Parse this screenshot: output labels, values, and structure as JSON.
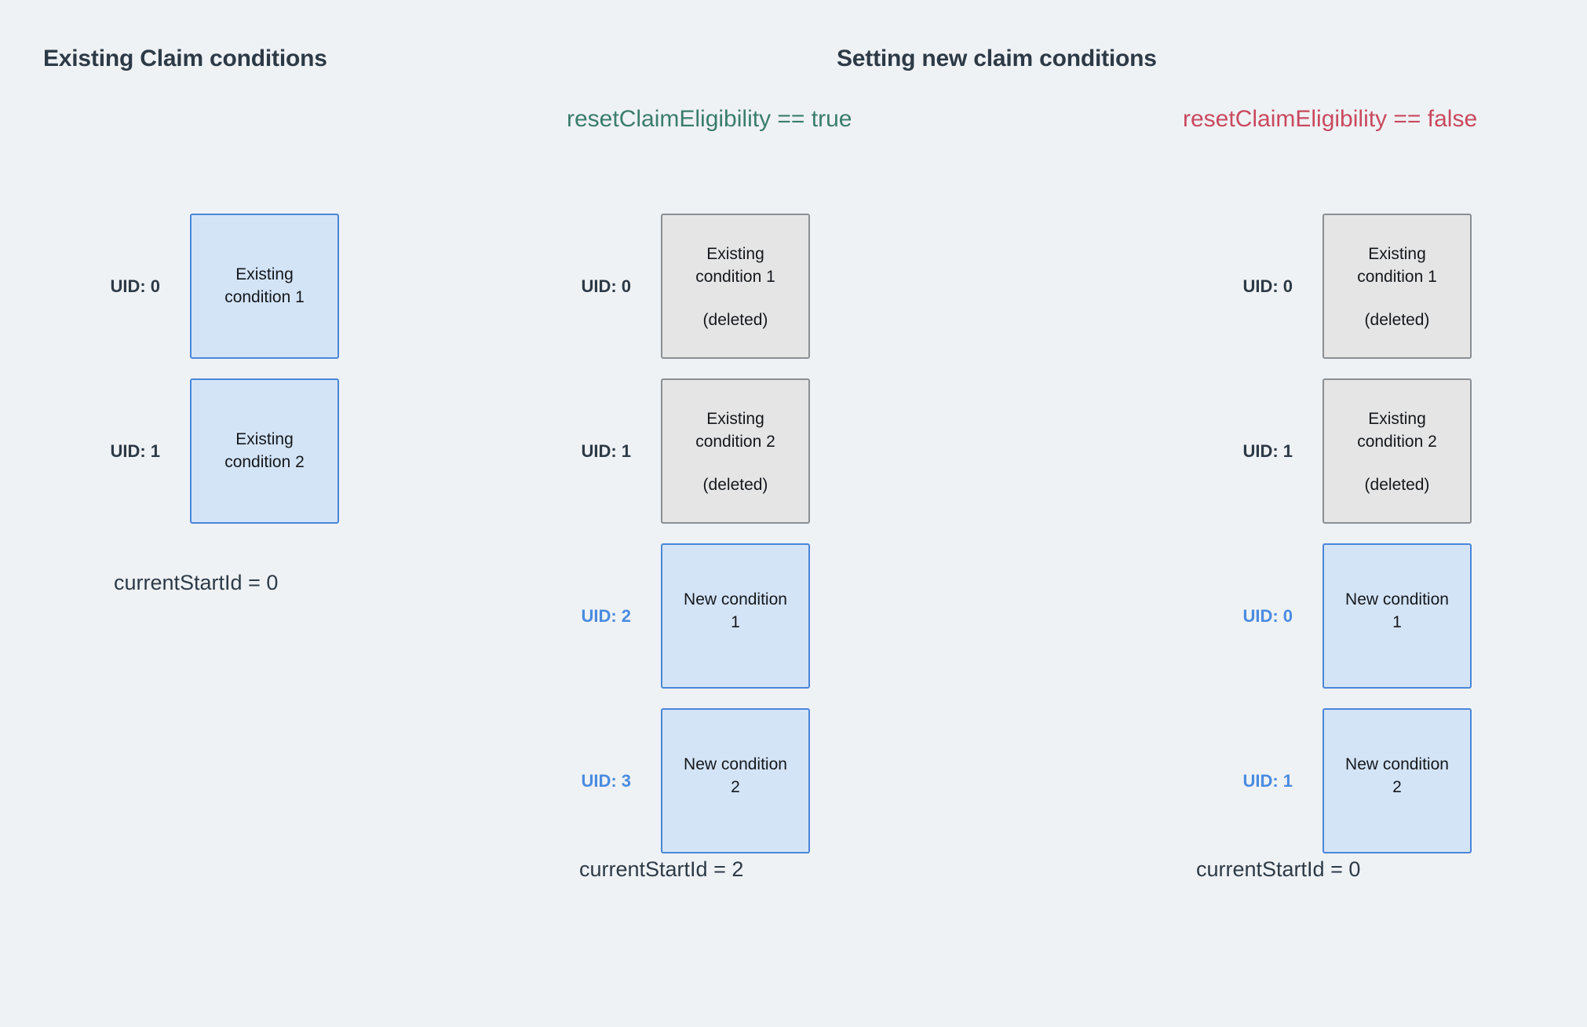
{
  "headings": {
    "left": "Existing Claim conditions",
    "right": "Setting new claim conditions"
  },
  "conditions": {
    "reset_true": "resetClaimEligibility == true",
    "reset_false": "resetClaimEligibility == false",
    "reset_true_color": "#3a7d6c",
    "reset_false_color": "#c9495f"
  },
  "colors": {
    "background": "#eff2f5",
    "text": "#2d3a46",
    "box_blue_fill": "#d4e4f7",
    "box_blue_border": "#4a86d8",
    "box_grey_fill": "#e5e5e5",
    "box_grey_border": "#8a8f94",
    "uid_new_color": "#4a8be0"
  },
  "columns": {
    "existing": {
      "rows": [
        {
          "uid": "UID: 0",
          "uid_style": "existing",
          "title": "Existing\ncondition 1",
          "note": "",
          "box_style": "existing"
        },
        {
          "uid": "UID: 1",
          "uid_style": "existing",
          "title": "Existing\ncondition 2",
          "note": "",
          "box_style": "existing"
        }
      ],
      "footer": "currentStartId = 0"
    },
    "reset_true": {
      "rows": [
        {
          "uid": "UID: 0",
          "uid_style": "existing",
          "title": "Existing\ncondition 1",
          "note": "(deleted)",
          "box_style": "deleted"
        },
        {
          "uid": "UID: 1",
          "uid_style": "existing",
          "title": "Existing\ncondition 2",
          "note": "(deleted)",
          "box_style": "deleted"
        },
        {
          "uid": "UID: 2",
          "uid_style": "new",
          "title": "New condition\n1",
          "note": "",
          "box_style": "new"
        },
        {
          "uid": "UID: 3",
          "uid_style": "new",
          "title": "New condition\n2",
          "note": "",
          "box_style": "new"
        }
      ],
      "footer": "currentStartId = 2"
    },
    "reset_false": {
      "rows": [
        {
          "uid": "UID: 0",
          "uid_style": "existing",
          "title": "Existing\ncondition 1",
          "note": "(deleted)",
          "box_style": "deleted"
        },
        {
          "uid": "UID: 1",
          "uid_style": "existing",
          "title": "Existing\ncondition 2",
          "note": "(deleted)",
          "box_style": "deleted"
        },
        {
          "uid": "UID: 0",
          "uid_style": "new",
          "title": "New condition\n1",
          "note": "",
          "box_style": "new"
        },
        {
          "uid": "UID: 1",
          "uid_style": "new",
          "title": "New condition\n2",
          "note": "",
          "box_style": "new"
        }
      ],
      "footer": "currentStartId = 0"
    }
  }
}
